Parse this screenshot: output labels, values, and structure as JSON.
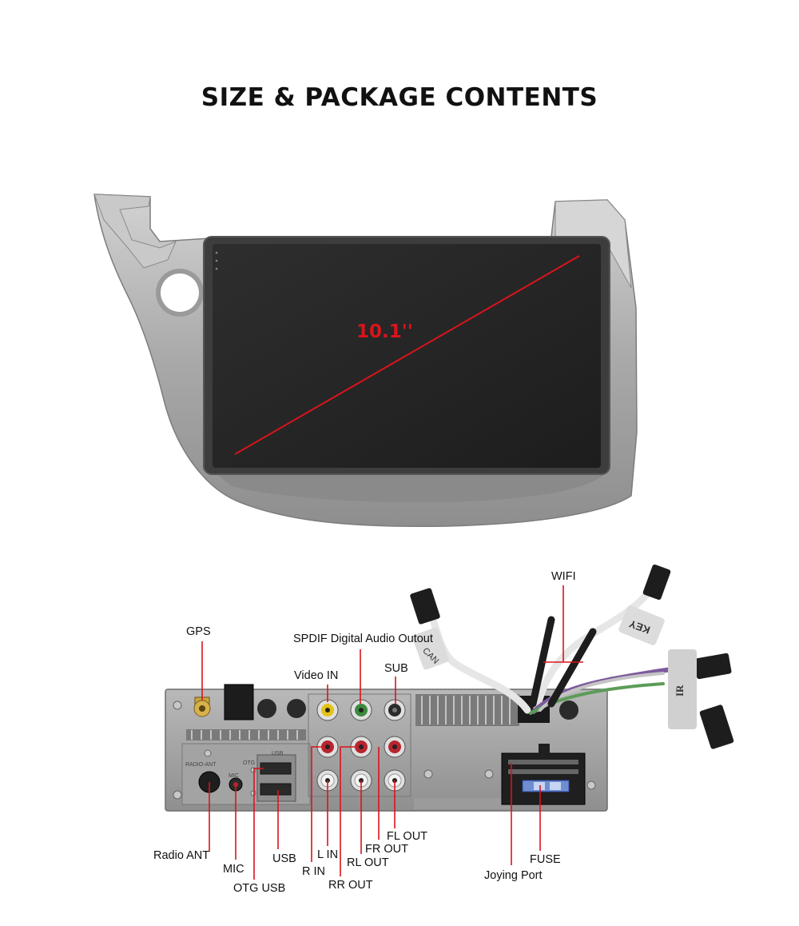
{
  "page": {
    "title": "SIZE & PACKAGE CONTENTS"
  },
  "screen": {
    "diagonal": "10.1''",
    "accent_color": "#d9141b"
  },
  "rear_panel": {
    "labels": {
      "gps": "GPS",
      "spdif": "SPDIF Digital Audio Outout",
      "video_in": "Video IN",
      "sub": "SUB",
      "wifi": "WIFI",
      "radio_ant": "Radio ANT",
      "mic": "MIC",
      "otg_usb": "OTG USB",
      "usb": "USB",
      "r_in": "R IN",
      "l_in": "L IN",
      "rr_out": "RR OUT",
      "rl_out": "RL OUT",
      "fr_out": "FR OUT",
      "fl_out": "FL OUT",
      "joying_port": "Joying Port",
      "fuse": "FUSE"
    },
    "printed": {
      "can_tag": "CAN",
      "key_tag": "KEY",
      "ir_tag": "IR",
      "radio_ant_print": "RADIO-ANT",
      "mic_print": "MIC",
      "otg_print": "OTG",
      "usb_print": "USB"
    }
  }
}
